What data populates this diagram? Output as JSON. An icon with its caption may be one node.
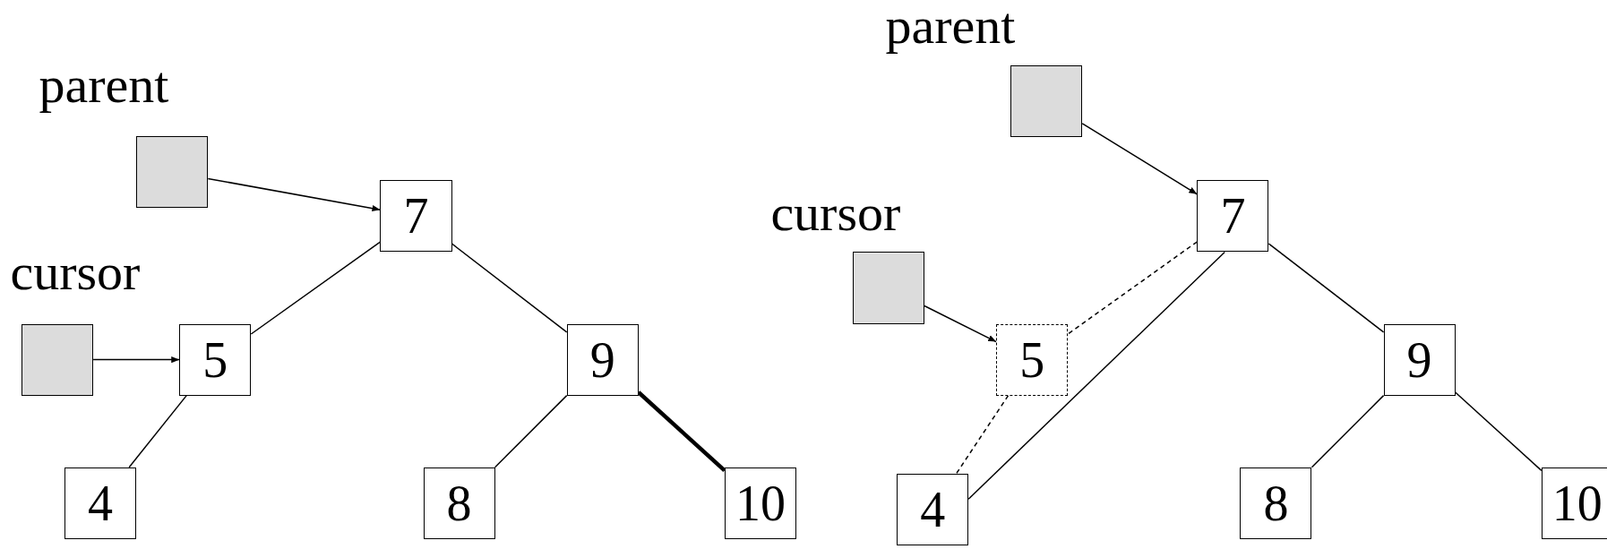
{
  "diagram": {
    "nodes": [
      {
        "text": [
          "parent"
        ]
      },
      {
        "text": [
          "cursor"
        ]
      },
      {
        "text": [
          "7"
        ]
      },
      {
        "text": [
          "5"
        ]
      },
      {
        "text": [
          "9"
        ]
      },
      {
        "text": [
          "4"
        ]
      },
      {
        "text": [
          "8"
        ]
      },
      {
        "text": [
          "10"
        ]
      },
      {
        "text": [
          "parent"
        ]
      },
      {
        "text": [
          "cursor"
        ]
      },
      {
        "text": [
          "7"
        ]
      },
      {
        "text": [
          "5"
        ]
      },
      {
        "text": [
          "9"
        ]
      },
      {
        "text": [
          "4"
        ]
      },
      {
        "text": [
          "8"
        ]
      },
      {
        "text": [
          "10"
        ]
      }
    ],
    "edges": [
      {
        "from": 0,
        "to": 2,
        "arrow": "to"
      },
      {
        "from": 1,
        "to": 3,
        "arrow": "to"
      },
      {
        "from": 2,
        "to": 3,
        "arrow": "none"
      },
      {
        "from": 2,
        "to": 4,
        "arrow": "none"
      },
      {
        "from": 3,
        "to": 5,
        "arrow": "none"
      },
      {
        "from": 4,
        "to": 6,
        "arrow": "none"
      },
      {
        "from": 4,
        "to": 7,
        "arrow": "none",
        "style": "thick"
      },
      {
        "from": 8,
        "to": 10,
        "arrow": "to"
      },
      {
        "from": 9,
        "to": 11,
        "arrow": "to"
      },
      {
        "from": 10,
        "to": 11,
        "arrow": "none",
        "style": "dashed"
      },
      {
        "from": 11,
        "to": 13,
        "arrow": "none",
        "style": "dashed"
      },
      {
        "from": 10,
        "to": 13,
        "arrow": "none"
      },
      {
        "from": 10,
        "to": 12,
        "arrow": "none"
      },
      {
        "from": 12,
        "to": 14,
        "arrow": "none"
      },
      {
        "from": 12,
        "to": 15,
        "arrow": "none"
      }
    ]
  }
}
